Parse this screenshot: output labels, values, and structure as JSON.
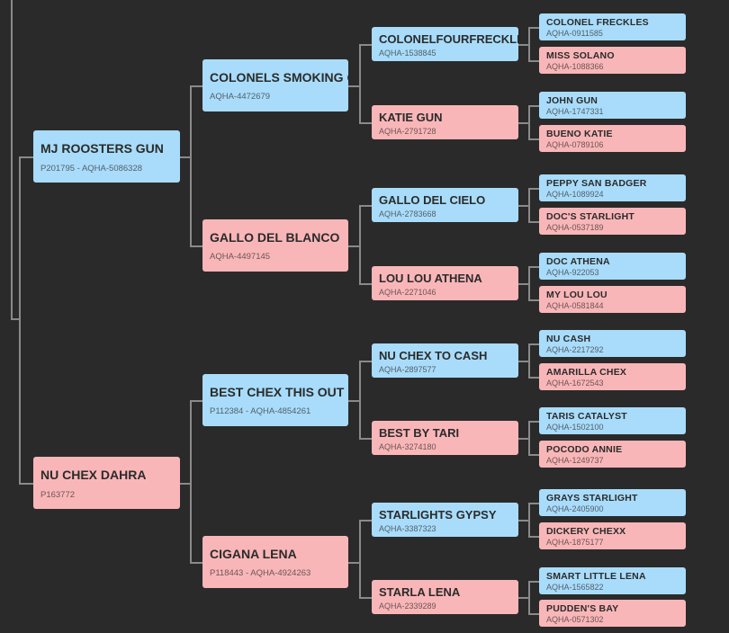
{
  "pedigree": {
    "sire": {
      "name": "MJ ROOSTERS GUN",
      "reg": "P201795 - AQHA-5086328",
      "sex": "male",
      "sire": {
        "name": "COLONELS SMOKING GUN",
        "reg": "AQHA-4472679",
        "sex": "male",
        "sire": {
          "name": "COLONELFOURFRECKLE",
          "reg": "AQHA-1538845",
          "sex": "male",
          "sire": {
            "name": "COLONEL FRECKLES",
            "reg": "AQHA-0911585",
            "sex": "male"
          },
          "dam": {
            "name": "MISS SOLANO",
            "reg": "AQHA-1088366",
            "sex": "female"
          }
        },
        "dam": {
          "name": "KATIE GUN",
          "reg": "AQHA-2791728",
          "sex": "female",
          "sire": {
            "name": "JOHN GUN",
            "reg": "AQHA-1747331",
            "sex": "male"
          },
          "dam": {
            "name": "BUENO KATIE",
            "reg": "AQHA-0789106",
            "sex": "female"
          }
        }
      },
      "dam": {
        "name": "GALLO DEL BLANCO",
        "reg": "AQHA-4497145",
        "sex": "female",
        "sire": {
          "name": "GALLO DEL CIELO",
          "reg": "AQHA-2783668",
          "sex": "male",
          "sire": {
            "name": "PEPPY SAN BADGER",
            "reg": "AQHA-1089924",
            "sex": "male"
          },
          "dam": {
            "name": "DOC'S STARLIGHT",
            "reg": "AQHA-0537189",
            "sex": "female"
          }
        },
        "dam": {
          "name": "LOU LOU ATHENA",
          "reg": "AQHA-2271046",
          "sex": "female",
          "sire": {
            "name": "DOC ATHENA",
            "reg": "AQHA-922053",
            "sex": "male"
          },
          "dam": {
            "name": "MY LOU LOU",
            "reg": "AQHA-0581844",
            "sex": "female"
          }
        }
      }
    },
    "dam": {
      "name": "NU CHEX DAHRA",
      "reg": "P163772",
      "sex": "female",
      "sire": {
        "name": "BEST CHEX THIS OUT",
        "reg": "P112384 - AQHA-4854261",
        "sex": "male",
        "sire": {
          "name": "NU CHEX TO CASH",
          "reg": "AQHA-2897577",
          "sex": "male",
          "sire": {
            "name": "NU CASH",
            "reg": "AQHA-2217292",
            "sex": "male"
          },
          "dam": {
            "name": "AMARILLA CHEX",
            "reg": "AQHA-1672543",
            "sex": "female"
          }
        },
        "dam": {
          "name": "BEST BY TARI",
          "reg": "AQHA-3274180",
          "sex": "female",
          "sire": {
            "name": "TARIS CATALYST",
            "reg": "AQHA-1502100",
            "sex": "male"
          },
          "dam": {
            "name": "POCODO ANNIE",
            "reg": "AQHA-1249737",
            "sex": "female"
          }
        }
      },
      "dam": {
        "name": "CIGANA LENA",
        "reg": "P118443 - AQHA-4924263",
        "sex": "female",
        "sire": {
          "name": "STARLIGHTS GYPSY",
          "reg": "AQHA-3387323",
          "sex": "male",
          "sire": {
            "name": "GRAYS STARLIGHT",
            "reg": "AQHA-2405900",
            "sex": "male"
          },
          "dam": {
            "name": "DICKERY CHEXX",
            "reg": "AQHA-1875177",
            "sex": "female"
          }
        },
        "dam": {
          "name": "STARLA LENA",
          "reg": "AQHA-2339289",
          "sex": "female",
          "sire": {
            "name": "SMART LITTLE LENA",
            "reg": "AQHA-1565822",
            "sex": "male"
          },
          "dam": {
            "name": "PUDDEN'S BAY",
            "reg": "AQHA-0571302",
            "sex": "female"
          }
        }
      }
    }
  },
  "colors": {
    "male": "#a8dcfa",
    "female": "#f9b6b8",
    "background": "#2a2a2a",
    "connector": "#8a8a8a"
  }
}
